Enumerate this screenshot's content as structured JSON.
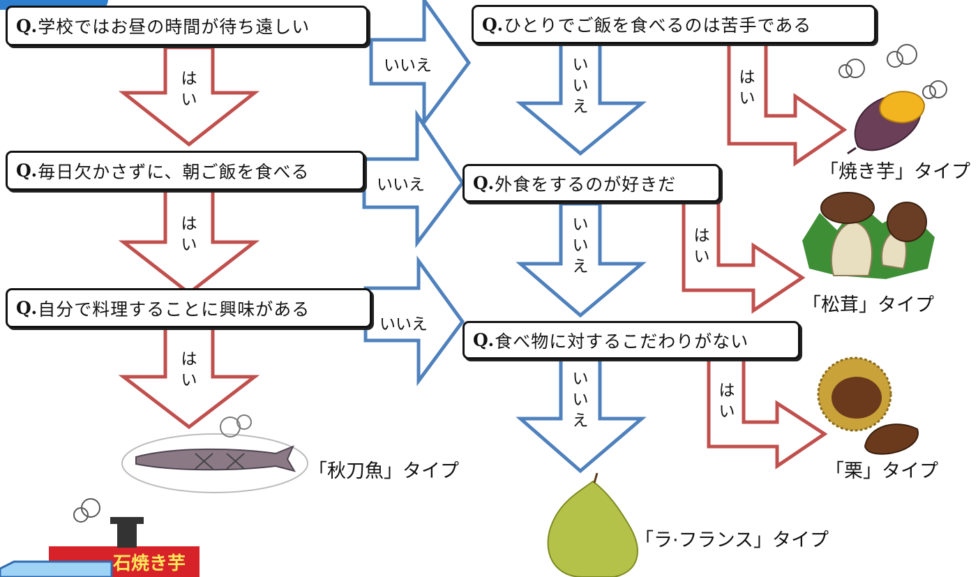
{
  "questions": {
    "q1": {
      "prefix": "Q.",
      "text": "学校ではお昼の時間が待ち遠しい"
    },
    "q2": {
      "prefix": "Q.",
      "text": "毎日欠かさずに、朝ご飯を食べる"
    },
    "q3": {
      "prefix": "Q.",
      "text": "自分で料理することに興味がある"
    },
    "q4": {
      "prefix": "Q.",
      "text": "ひとりでご飯を食べるのは苦手である"
    },
    "q5": {
      "prefix": "Q.",
      "text": "外食をするのが好きだ"
    },
    "q6": {
      "prefix": "Q.",
      "text": "食べ物に対するこだわりがない"
    }
  },
  "labels": {
    "yes": "はい",
    "yes_chars": [
      "は",
      "い"
    ],
    "no": "いいえ",
    "no_chars": [
      "い",
      "い",
      "え"
    ]
  },
  "results": {
    "sanma": "「秋刀魚」タイプ",
    "yakiimo": "「焼き芋」タイプ",
    "matsutake": "「松茸」タイプ",
    "kuri": "「栗」タイプ",
    "lafrance": "「ラ·フランス」タイプ"
  },
  "sign": {
    "text": "石焼き芋"
  },
  "colors": {
    "yes_arrow": "#c0504d",
    "no_arrow": "#4f81bd",
    "accent": "#2f7fd1"
  },
  "icons": [
    "sweet-potato-icon",
    "matsutake-icon",
    "chestnut-icon",
    "saury-icon",
    "pear-icon",
    "yakiimo-truck-icon",
    "steam-icon"
  ]
}
